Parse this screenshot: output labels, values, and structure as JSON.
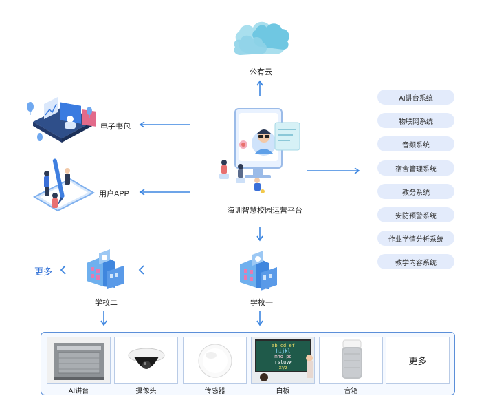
{
  "cloud": {
    "label": "公有云"
  },
  "platform": {
    "label": "海训智慧校园运营平台"
  },
  "ebag": {
    "label": "电子书包"
  },
  "userapp": {
    "label": "用户APP"
  },
  "systems": [
    "AI讲台系统",
    "物联网系统",
    "音频系统",
    "宿舍管理系统",
    "教务系统",
    "安防预警系统",
    "作业学情分析系统",
    "教学内容系统"
  ],
  "schools": {
    "school1": "学校一",
    "school2": "学校二",
    "more": "更多"
  },
  "devices": [
    {
      "label": "AI讲台"
    },
    {
      "label": "摄像头"
    },
    {
      "label": "传感器"
    },
    {
      "label": "白板"
    },
    {
      "label": "音箱"
    },
    {
      "label": "更多"
    }
  ],
  "whiteboard_text": [
    "ab cd ef",
    "hijkl",
    "mno pq",
    "rstuvw",
    "xyz"
  ],
  "colors": {
    "arrow": "#3d86e0",
    "system_bg": "#e3ebfb",
    "panel_border": "#5b8fd9",
    "accent": "#2f6fd6"
  }
}
